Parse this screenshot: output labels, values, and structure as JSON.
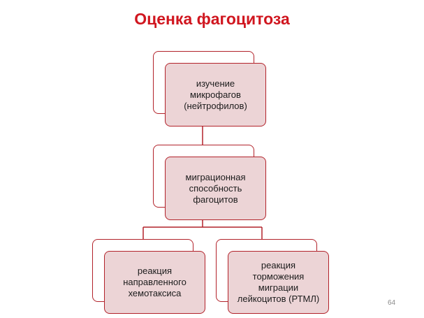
{
  "slide": {
    "title": "Оценка фагоцитоза",
    "page_number": "64"
  },
  "diagram": {
    "nodes": [
      {
        "id": "top",
        "text": "изучение\nмикрофагов\n(нейтрофилов)"
      },
      {
        "id": "middle",
        "text": "миграционная\nспособность\nфагоцитов"
      },
      {
        "id": "bottom-left",
        "text": "реакция\nнаправленного\nхемотаксиса"
      },
      {
        "id": "bottom-right",
        "text": "реакция\nторможения\nмиграции\nлейкоцитов (РТМЛ)"
      }
    ]
  },
  "colors": {
    "title": "#d0161f",
    "node_border": "#b2222a",
    "node_fill": "#ecd4d6",
    "connector": "#b2222a"
  }
}
